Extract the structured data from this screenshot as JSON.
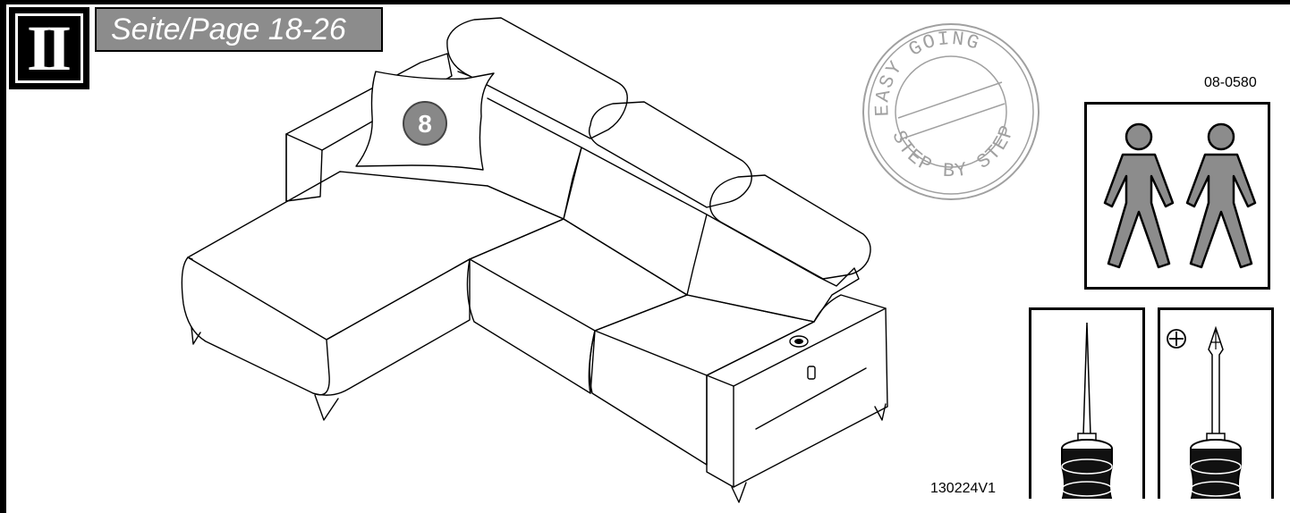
{
  "header": {
    "section_numeral": "II",
    "page_reference": "Seite/Page 18-26"
  },
  "stamp": {
    "top_text": "EASY GOING",
    "bottom_text": "STEP BY STEP"
  },
  "article_code": "08-0580",
  "version_code": "130224V1",
  "callout": {
    "part_number": "8"
  },
  "requirements": {
    "people_count": 2,
    "tools": [
      "awl-icon",
      "phillips-screwdriver-icon"
    ],
    "phillips_symbol": "⊕"
  },
  "colors": {
    "badge_bg": "#000000",
    "tab_bg": "#8c8c8c",
    "person_fill": "#8c8c8c",
    "stamp_gray": "#a0a0a0"
  }
}
